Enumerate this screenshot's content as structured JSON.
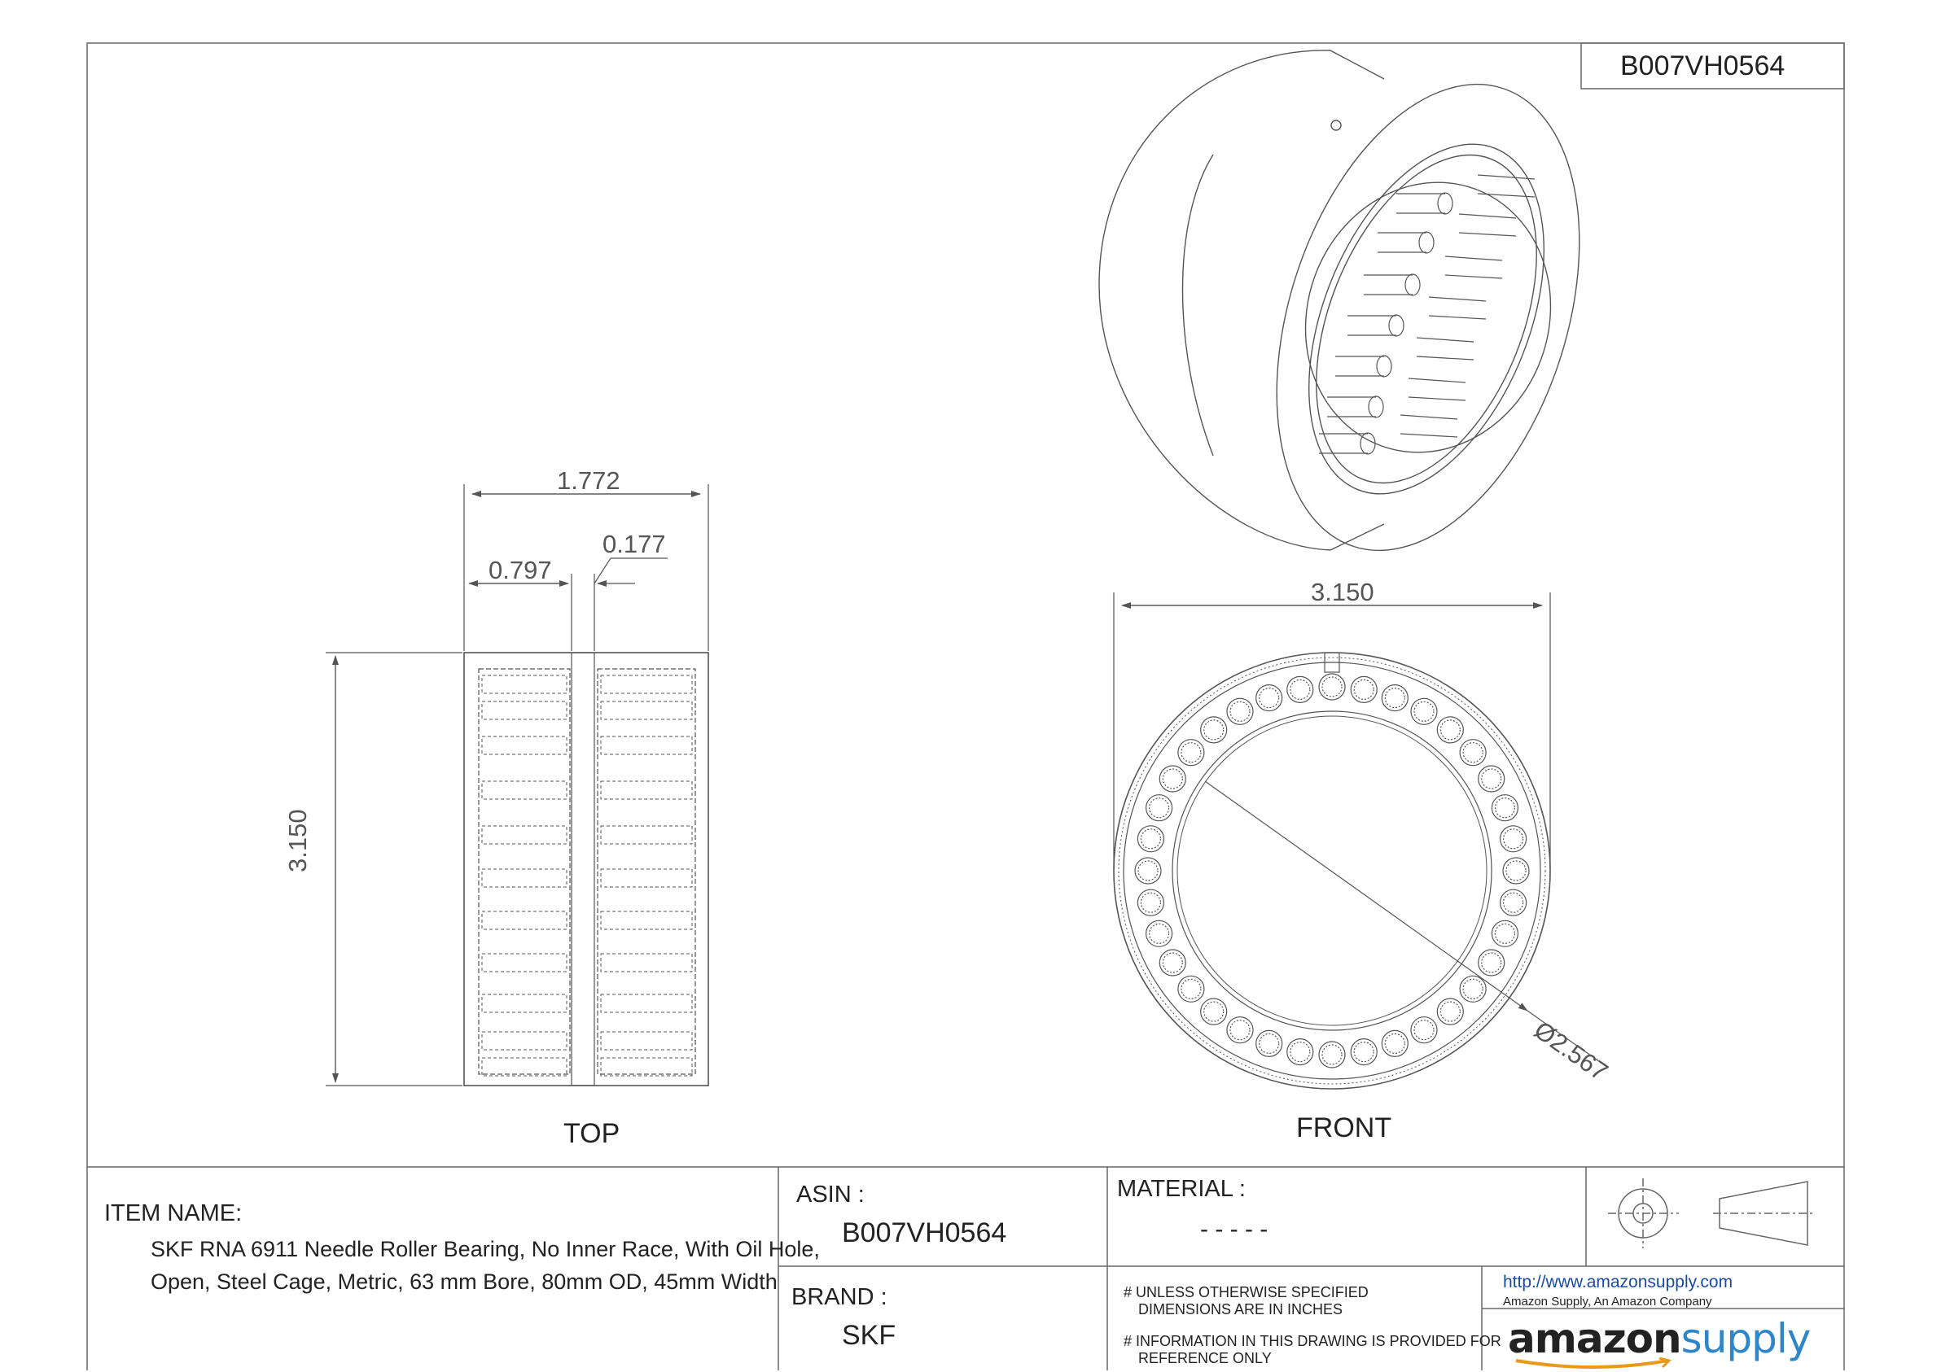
{
  "header_asin": "B007VH0564",
  "dimensions": {
    "top_width": "1.772",
    "top_left": "0.797",
    "top_gap": "0.177",
    "top_height": "3.150",
    "front_od": "3.150",
    "front_bore": "Ø2.567"
  },
  "views": {
    "top": "TOP",
    "front": "FRONT"
  },
  "title_block": {
    "item_name_label": "ITEM NAME:",
    "item_name_line1": "SKF RNA 6911 Needle Roller Bearing, No Inner Race, With Oil Hole,",
    "item_name_line2": "Open, Steel Cage, Metric, 63 mm Bore, 80mm OD, 45mm Width",
    "asin_label": "ASIN :",
    "asin_value": "B007VH0564",
    "brand_label": "BRAND :",
    "brand_value": "SKF",
    "material_label": "MATERIAL :",
    "material_value": "- - - - -",
    "note1_line1": "# UNLESS OTHERWISE SPECIFIED",
    "note1_line2": "DIMENSIONS ARE IN INCHES",
    "note2_line1": "# INFORMATION IN THIS DRAWING IS PROVIDED FOR",
    "note2_line2": "REFERENCE ONLY",
    "url": "http://www.amazonsupply.com",
    "company": "Amazon Supply, An Amazon Company",
    "logo_amazon": "amazon",
    "logo_supply": "supply"
  },
  "colors": {
    "line": "#555555",
    "logo_blue": "#2e86c9",
    "link": "#1a4aa8"
  }
}
